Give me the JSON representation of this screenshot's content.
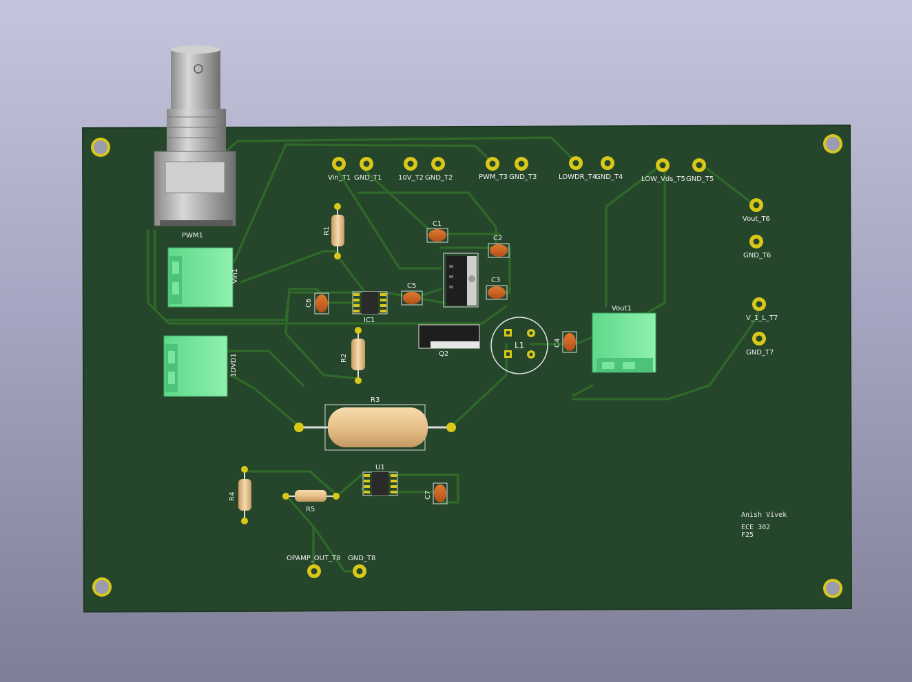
{
  "board": {
    "author": "Anish Vivek",
    "course": "ECE 302",
    "term": "F25",
    "colors": {
      "soldermask": "#26462b",
      "trace": "#2f6a2a",
      "pad_gold": "#d9c81a",
      "silk": "#f2f2f2"
    }
  },
  "references": {
    "pwm": "PWM1",
    "vin": "Vin1",
    "ldvd": "1DVD1",
    "vout": "Vout1",
    "r1": "R1",
    "r2": "R2",
    "r3": "R3",
    "r4": "R4",
    "r5": "R5",
    "c1": "C1",
    "c2": "C2",
    "c3": "C3",
    "c4": "C4",
    "c5": "C5",
    "c6": "C6",
    "c7": "C7",
    "ic1": "IC1",
    "q2": "Q2",
    "l1": "L1",
    "u1": "U1"
  },
  "testpoints": {
    "vin_t1": "Vin_T1",
    "gnd_t1": "GND_T1",
    "v10_t2": "10V_T2",
    "gnd_t2": "GND_T2",
    "pwm_t3": "PWM_T3",
    "gnd_t3": "GND_T3",
    "lowdr_t4": "LOWDR_T4",
    "gnd_t4": "GND_T4",
    "low_vds_t5": "LOW_Vds_T5",
    "gnd_t5": "GND_T5",
    "vout_t6": "Vout_T6",
    "gnd_t6": "GND_T6",
    "v1l_t7": "V_1_L_T7",
    "gnd_t7": "GND_T7",
    "opamp_t8": "OPAMP_OUT_T8",
    "gnd_t8": "GND_T8"
  }
}
